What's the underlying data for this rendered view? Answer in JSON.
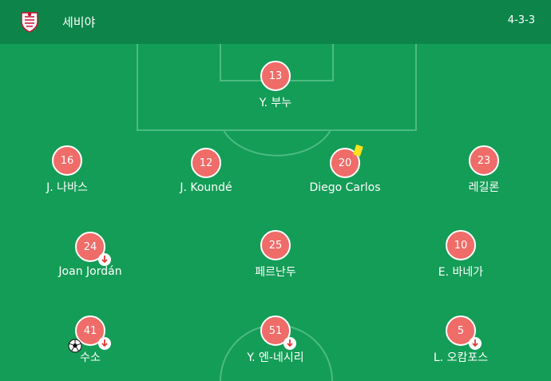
{
  "team": {
    "name": "세비야",
    "formation": "4-3-3",
    "crest_icon": "sevilla-crest-icon"
  },
  "colors": {
    "pitch": "#149d57",
    "header": "#0d854a",
    "player_circle": "#ef6c68",
    "yellow_card": "#fde21b",
    "sub_arrow": "#e53935"
  },
  "players": [
    {
      "number": "13",
      "name": "Y. 부누"
    },
    {
      "number": "16",
      "name": "J. 나바스"
    },
    {
      "number": "12",
      "name": "J. Koundé"
    },
    {
      "number": "20",
      "name": "Diego Carlos",
      "yellow_card": true
    },
    {
      "number": "23",
      "name": "레길론"
    },
    {
      "number": "24",
      "name": "Joan Jordán",
      "subbed_off": true
    },
    {
      "number": "25",
      "name": "페르난두"
    },
    {
      "number": "10",
      "name": "E. 바네가"
    },
    {
      "number": "41",
      "name": "수소",
      "subbed_off": true,
      "goal": true
    },
    {
      "number": "51",
      "name": "Y. 엔-네시리",
      "subbed_off": true
    },
    {
      "number": "5",
      "name": "L. 오캄포스",
      "subbed_off": true
    }
  ]
}
